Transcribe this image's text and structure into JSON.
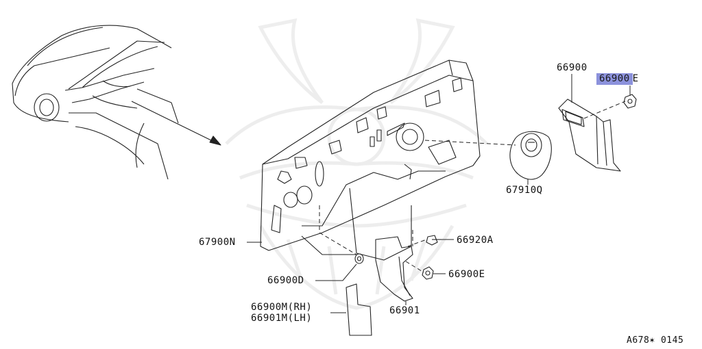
{
  "diagram": {
    "watermark_icon": "samurai-helmet-watermark",
    "highlight_color": "#8c92dc",
    "line_color": "#222222",
    "callouts": {
      "p66900": "66900",
      "p66900E_top_highlight": "66900",
      "p66900E_top_rest": "E",
      "p67910Q": "67910Q",
      "p67900N": "67900N",
      "p66920A": "66920A",
      "p66900E": "66900E",
      "p66900D": "66900D",
      "p66900M_rh": "66900M(RH)",
      "p66901M_lh": "66901M(LH)",
      "p66901": "66901"
    },
    "diagram_code": "A678✶ 0145"
  }
}
